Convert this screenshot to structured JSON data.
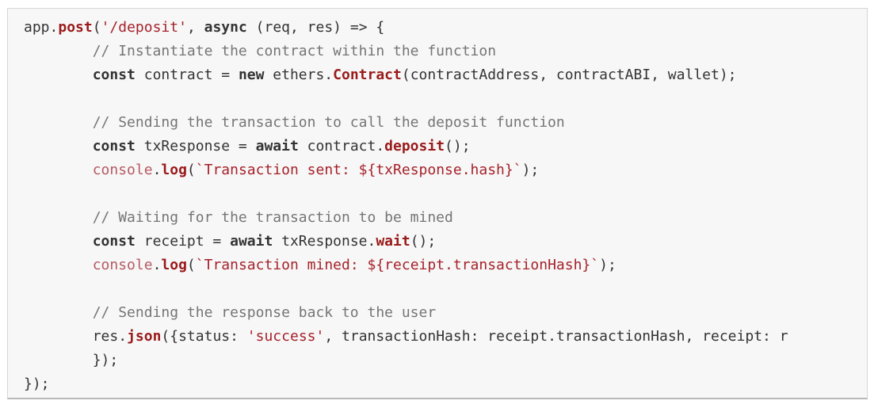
{
  "colors": {
    "background": "#f7f7f7",
    "border": "#d6d6d6",
    "plain": "#333333",
    "keyword": "#333333",
    "function": "#9a1a1a",
    "string": "#a5222a",
    "comment": "#757575",
    "builtin": "#b55a62"
  },
  "code": {
    "lines": [
      [
        {
          "t": "app.",
          "k": "plain"
        },
        {
          "t": "post",
          "k": "fn"
        },
        {
          "t": "(",
          "k": "plain"
        },
        {
          "t": "'/deposit'",
          "k": "str"
        },
        {
          "t": ", ",
          "k": "plain"
        },
        {
          "t": "async",
          "k": "kw"
        },
        {
          "t": " (req, res) => {",
          "k": "plain"
        }
      ],
      [
        {
          "t": "        ",
          "k": "plain"
        },
        {
          "t": "// Instantiate the contract within the function",
          "k": "comment"
        }
      ],
      [
        {
          "t": "        ",
          "k": "plain"
        },
        {
          "t": "const",
          "k": "kw"
        },
        {
          "t": " contract = ",
          "k": "plain"
        },
        {
          "t": "new",
          "k": "kw"
        },
        {
          "t": " ethers.",
          "k": "plain"
        },
        {
          "t": "Contract",
          "k": "fn"
        },
        {
          "t": "(contractAddress, contractABI, wallet);",
          "k": "plain"
        }
      ],
      [],
      [
        {
          "t": "        ",
          "k": "plain"
        },
        {
          "t": "// Sending the transaction to call the deposit function",
          "k": "comment"
        }
      ],
      [
        {
          "t": "        ",
          "k": "plain"
        },
        {
          "t": "const",
          "k": "kw"
        },
        {
          "t": " txResponse = ",
          "k": "plain"
        },
        {
          "t": "await",
          "k": "kw"
        },
        {
          "t": " contract.",
          "k": "plain"
        },
        {
          "t": "deposit",
          "k": "fn"
        },
        {
          "t": "();",
          "k": "plain"
        }
      ],
      [
        {
          "t": "        ",
          "k": "plain"
        },
        {
          "t": "console",
          "k": "builtin"
        },
        {
          "t": ".",
          "k": "plain"
        },
        {
          "t": "log",
          "k": "fn"
        },
        {
          "t": "(",
          "k": "plain"
        },
        {
          "t": "`Transaction sent: ${txResponse.hash}`",
          "k": "str"
        },
        {
          "t": ");",
          "k": "plain"
        }
      ],
      [],
      [
        {
          "t": "        ",
          "k": "plain"
        },
        {
          "t": "// Waiting for the transaction to be mined",
          "k": "comment"
        }
      ],
      [
        {
          "t": "        ",
          "k": "plain"
        },
        {
          "t": "const",
          "k": "kw"
        },
        {
          "t": " receipt = ",
          "k": "plain"
        },
        {
          "t": "await",
          "k": "kw"
        },
        {
          "t": " txResponse.",
          "k": "plain"
        },
        {
          "t": "wait",
          "k": "fn"
        },
        {
          "t": "();",
          "k": "plain"
        }
      ],
      [
        {
          "t": "        ",
          "k": "plain"
        },
        {
          "t": "console",
          "k": "builtin"
        },
        {
          "t": ".",
          "k": "plain"
        },
        {
          "t": "log",
          "k": "fn"
        },
        {
          "t": "(",
          "k": "plain"
        },
        {
          "t": "`Transaction mined: ${receipt.transactionHash}`",
          "k": "str"
        },
        {
          "t": ");",
          "k": "plain"
        }
      ],
      [],
      [
        {
          "t": "        ",
          "k": "plain"
        },
        {
          "t": "// Sending the response back to the user",
          "k": "comment"
        }
      ],
      [
        {
          "t": "        ",
          "k": "plain"
        },
        {
          "t": "res.",
          "k": "plain"
        },
        {
          "t": "json",
          "k": "fn"
        },
        {
          "t": "({status: ",
          "k": "plain"
        },
        {
          "t": "'success'",
          "k": "str"
        },
        {
          "t": ", transactionHash: receipt.transactionHash, receipt: r",
          "k": "plain"
        }
      ],
      [
        {
          "t": "        });",
          "k": "plain"
        }
      ],
      [
        {
          "t": "});",
          "k": "plain"
        }
      ]
    ]
  }
}
